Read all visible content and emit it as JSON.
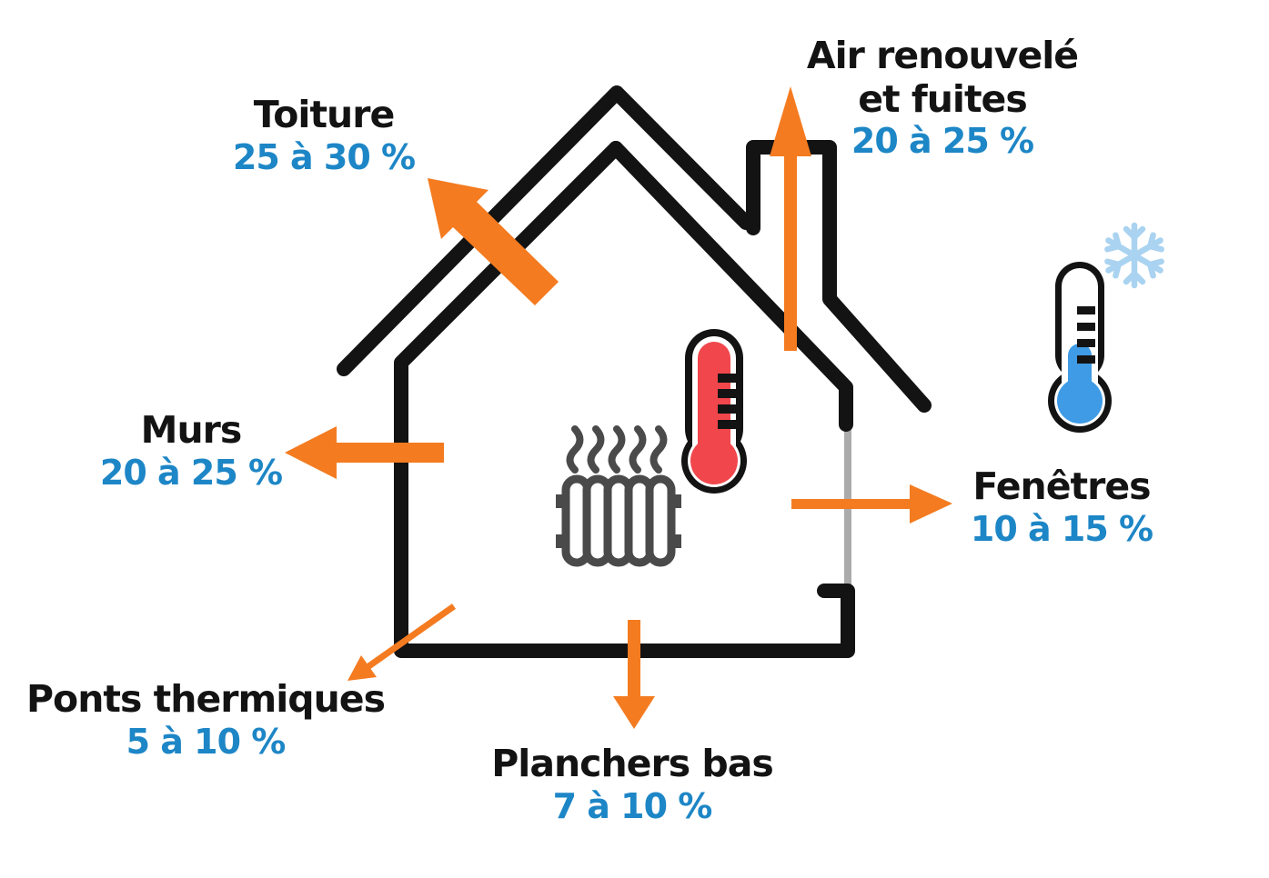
{
  "diagram": {
    "subject": "Répartition des déperditions thermiques d'une maison",
    "labels": {
      "toiture": {
        "name": "Toiture",
        "value": "25 à 30 %"
      },
      "air_renouvele": {
        "name_line1": "Air renouvelé",
        "name_line2": "et fuites",
        "value": "20 à 25 %"
      },
      "murs": {
        "name": "Murs",
        "value": "20 à 25 %"
      },
      "fenetres": {
        "name": "Fenêtres",
        "value": "10 à 15 %"
      },
      "ponts_thermiques": {
        "name": "Ponts thermiques",
        "value": "5 à 10 %"
      },
      "planchers_bas": {
        "name": "Planchers bas",
        "value": "7 à 10 %"
      }
    },
    "icons": {
      "house": "black outlined house with chimney",
      "window": "gray pane on right wall",
      "radiator": "gray radiator with heat waves",
      "thermometer_indoor": "red thermometer (warm inside)",
      "thermometer_outdoor": "blue thermometer (cold outside)",
      "snowflake": "light blue snowflake",
      "arrows": "orange arrows showing heat escaping through roof, chimney, wall, window, floor and thermal bridge"
    }
  },
  "colors": {
    "orange": "#F47B20",
    "blue": "#1D86C6",
    "black": "#131313",
    "red": "#F1474C",
    "thermo_blue": "#3F9BE5",
    "snowflake": "#A9D3F0",
    "radiator_gray": "#4A4A4A",
    "window_gray": "#ABABAB"
  }
}
